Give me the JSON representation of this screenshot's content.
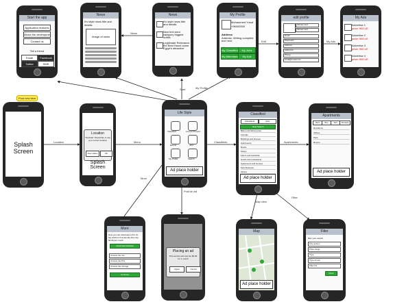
{
  "sticky_note": "Post new item",
  "splash": {
    "text": "Splash Screen"
  },
  "location": {
    "title": "Location",
    "body": "\"Duwhatr\" Would like to use your current location",
    "dont_allow": "Don't Allow",
    "ok": "OK"
  },
  "lifestyle": {
    "title": "Life Style",
    "icons": [
      "Classified",
      "Lost and Found",
      "Events",
      "Jobs",
      "My Profile",
      "Search"
    ],
    "ad": "Ad place holder"
  },
  "classified": {
    "title": "Classified",
    "tabs": [
      "Classifieds",
      "Jobs"
    ],
    "items": [
      "View Search",
      "Bikes and Motorcycles",
      "Animals",
      "Buildings and Houses",
      "Apartments",
      "Books",
      "Shops",
      "Farms and Industrial",
      "Hotels and restaurants",
      "Apartments and Houses",
      "Sole Business",
      "Others"
    ],
    "ad": "Ad place holder"
  },
  "apartments": {
    "title": "Apartments",
    "tabs": [
      "Rent",
      "Buy",
      "Sell",
      "Rentals"
    ],
    "items": [
      "Residence",
      "Offices",
      "Plots",
      "Rooms"
    ],
    "ad": "Ad place holder"
  },
  "map": {
    "title": "Map",
    "ad": "Ad place holder"
  },
  "filter": {
    "title": "Filter",
    "search_label": "filter your search",
    "fields": [
      "City section",
      "Price range",
      "Type",
      "Type of use",
      "Filter list"
    ],
    "done": "Done"
  },
  "more": {
    "title": "More",
    "intro": "Now you can download a Pro for fee which is 6 levels like this only $4.99 per month",
    "download": "Download Dowplat",
    "fields": [
      "Choose the city",
      "Choose the Plot",
      "Choose the storage"
    ],
    "continue": "Continue"
  },
  "placing_ad": {
    "title": "Placing an ad",
    "body": "This service will cost the $4.99 for 1 month",
    "agree": "Agree",
    "cancel": "Cancel"
  },
  "start_app": {
    "title": "Start the app",
    "buttons": [
      "Application features",
      "About the development",
      "Contact us"
    ],
    "tell_friends": "Tell a friend",
    "email": "Email",
    "facebook": "Facebook",
    "twitter": "Twitter",
    "sms": "SMS"
  },
  "news": {
    "title": "News",
    "headline": "It's style news title and details",
    "image_label": "Image of news"
  },
  "news_list": {
    "title": "News",
    "items": [
      "It's style news title and details",
      "New text area catagory biggest outfits",
      "Legitimate Relevance the Best Haunt some Egypt's attractive"
    ]
  },
  "profile": {
    "title": "My Profile",
    "name": "Mohammed Yusuf",
    "phone": "+96000000",
    "address_label": "Address",
    "address": "Address: Writing complete text here",
    "buttons": [
      "My Classified",
      "My Jobs",
      "My Attendance",
      "My Ads"
    ]
  },
  "edit_profile": {
    "title": "edit profile",
    "fields": [
      "Mohammed",
      "Mohammed",
      "Email",
      "Password",
      "Address",
      "Address2",
      "Phone",
      "email@email.com"
    ]
  },
  "my_ads": {
    "title": "My Ads",
    "items": [
      {
        "name": "Advertise 1",
        "price": "price: 900 LE"
      },
      {
        "name": "Advertise 2",
        "price": "price: 900 LE"
      },
      {
        "name": "Advertise 3",
        "price": "price: 900 LE"
      },
      {
        "name": "Advertise 4",
        "price": "price: 900 LE"
      }
    ]
  },
  "edge_labels": {
    "location": "Location",
    "menu": "Menu",
    "classified": "Classifieds",
    "apartments": "Apartments",
    "map_view": "Map view",
    "post": "Post an ad",
    "filter": "Filter",
    "more": "More",
    "news": "News",
    "start": "Start",
    "edit": "Edit",
    "my_ads": "My Ads",
    "profile": "My Profile"
  }
}
